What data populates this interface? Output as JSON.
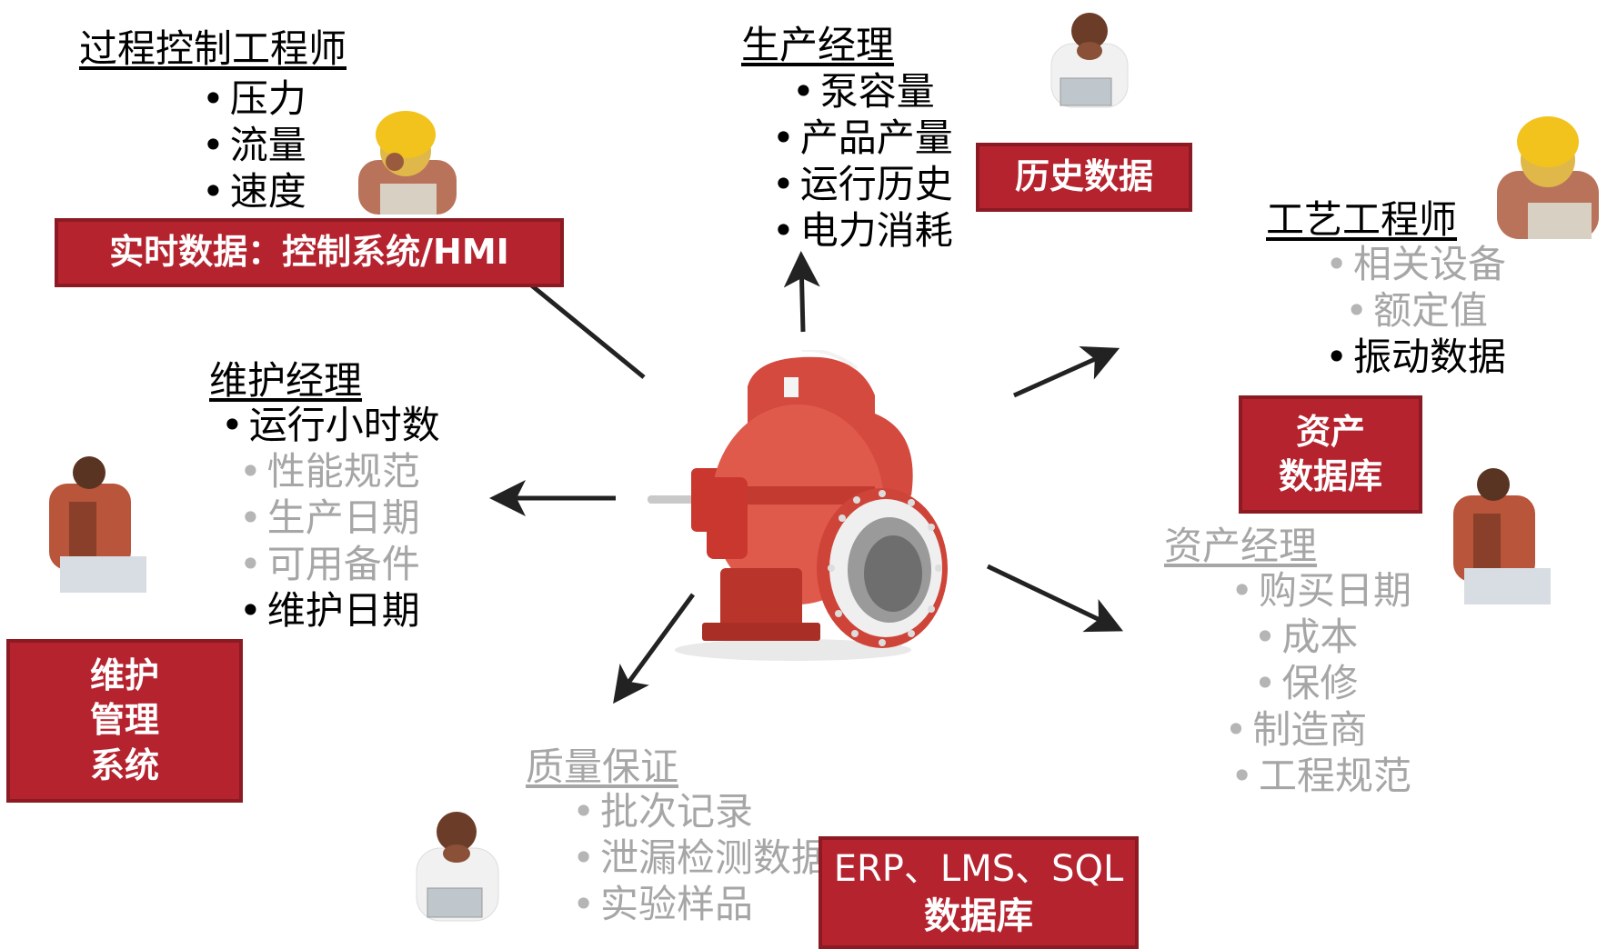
{
  "colors": {
    "box_fill": "#b5232f",
    "box_border": "#8c1a23",
    "dim_text": "#a6a6a6",
    "pump_red": "#d5443a"
  },
  "groups": {
    "process_engineer": {
      "title": "过程控制工程师",
      "items": [
        {
          "text": "压力",
          "dim": false
        },
        {
          "text": "流量",
          "dim": false
        },
        {
          "text": "速度",
          "dim": false
        }
      ]
    },
    "production_manager": {
      "title": "生产经理",
      "items": [
        {
          "text": "泵容量",
          "dim": false
        },
        {
          "text": "产品产量",
          "dim": false
        },
        {
          "text": "运行历史",
          "dim": false
        },
        {
          "text": "电力消耗",
          "dim": false
        }
      ]
    },
    "craft_engineer": {
      "title": "工艺工程师",
      "items": [
        {
          "text": "相关设备",
          "dim": true
        },
        {
          "text": "额定值",
          "dim": true
        },
        {
          "text": "振动数据",
          "dim": false
        }
      ]
    },
    "maintenance_manager": {
      "title": "维护经理",
      "items": [
        {
          "text": "运行小时数",
          "dim": false
        },
        {
          "text": "性能规范",
          "dim": true
        },
        {
          "text": "生产日期",
          "dim": true
        },
        {
          "text": "可用备件",
          "dim": true
        },
        {
          "text": "维护日期",
          "dim": false
        }
      ]
    },
    "asset_manager": {
      "title": "资产经理",
      "items": [
        {
          "text": "购买日期",
          "dim": true
        },
        {
          "text": "成本",
          "dim": true
        },
        {
          "text": "保修",
          "dim": true
        },
        {
          "text": "制造商",
          "dim": true
        },
        {
          "text": "工程规范",
          "dim": true
        }
      ]
    },
    "quality_assurance": {
      "title": "质量保证",
      "items": [
        {
          "text": "批次记录",
          "dim": true
        },
        {
          "text": "泄漏检测数据",
          "dim": true
        },
        {
          "text": "实验样品",
          "dim": true
        }
      ]
    }
  },
  "boxes": {
    "realtime": {
      "lines": [
        "实时数据：控制系统/HMI"
      ]
    },
    "history": {
      "lines": [
        "历史数据"
      ]
    },
    "asset_db": {
      "lines": [
        "资产",
        "数据库"
      ]
    },
    "maintenance": {
      "lines": [
        "维护",
        "管理",
        "系统"
      ]
    },
    "erp": {
      "lines": [
        "ERP、LMS、SQL",
        "数据库"
      ]
    }
  }
}
